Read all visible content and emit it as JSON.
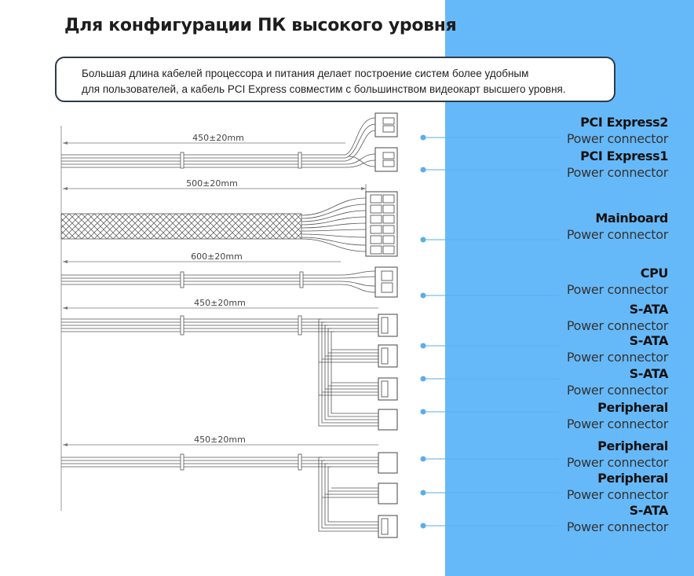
{
  "title": "Для конфигурации ПК высокого уровня",
  "description": {
    "line1": "Большая длина кабелей процессора и питания делает построение систем более удобным",
    "line2": "для пользователей, а кабель PCI Express совместим с большинством видеокарт высшего уровня."
  },
  "dimensions": [
    "450±20mm",
    "500±20mm",
    "600±20mm",
    "450±20mm",
    "450±20mm"
  ],
  "connectors": [
    {
      "name": "PCI Express2",
      "sub": "Power connector"
    },
    {
      "name": "PCI Express1",
      "sub": "Power connector"
    },
    {
      "name": "Mainboard",
      "sub": "Power connector"
    },
    {
      "name": "CPU",
      "sub": "Power connector"
    },
    {
      "name": "S-ATA",
      "sub": "Power connector"
    },
    {
      "name": "S-ATA",
      "sub": "Power connector"
    },
    {
      "name": "S-ATA",
      "sub": "Power connector"
    },
    {
      "name": "Peripheral",
      "sub": "Power connector"
    },
    {
      "name": "Peripheral",
      "sub": "Power connector"
    },
    {
      "name": "Peripheral",
      "sub": "Power connector"
    },
    {
      "name": "S-ATA",
      "sub": "Power connector"
    }
  ],
  "colors": {
    "panel": "#66b9f8",
    "pointer": "#5aaee8",
    "line": "#555555"
  }
}
